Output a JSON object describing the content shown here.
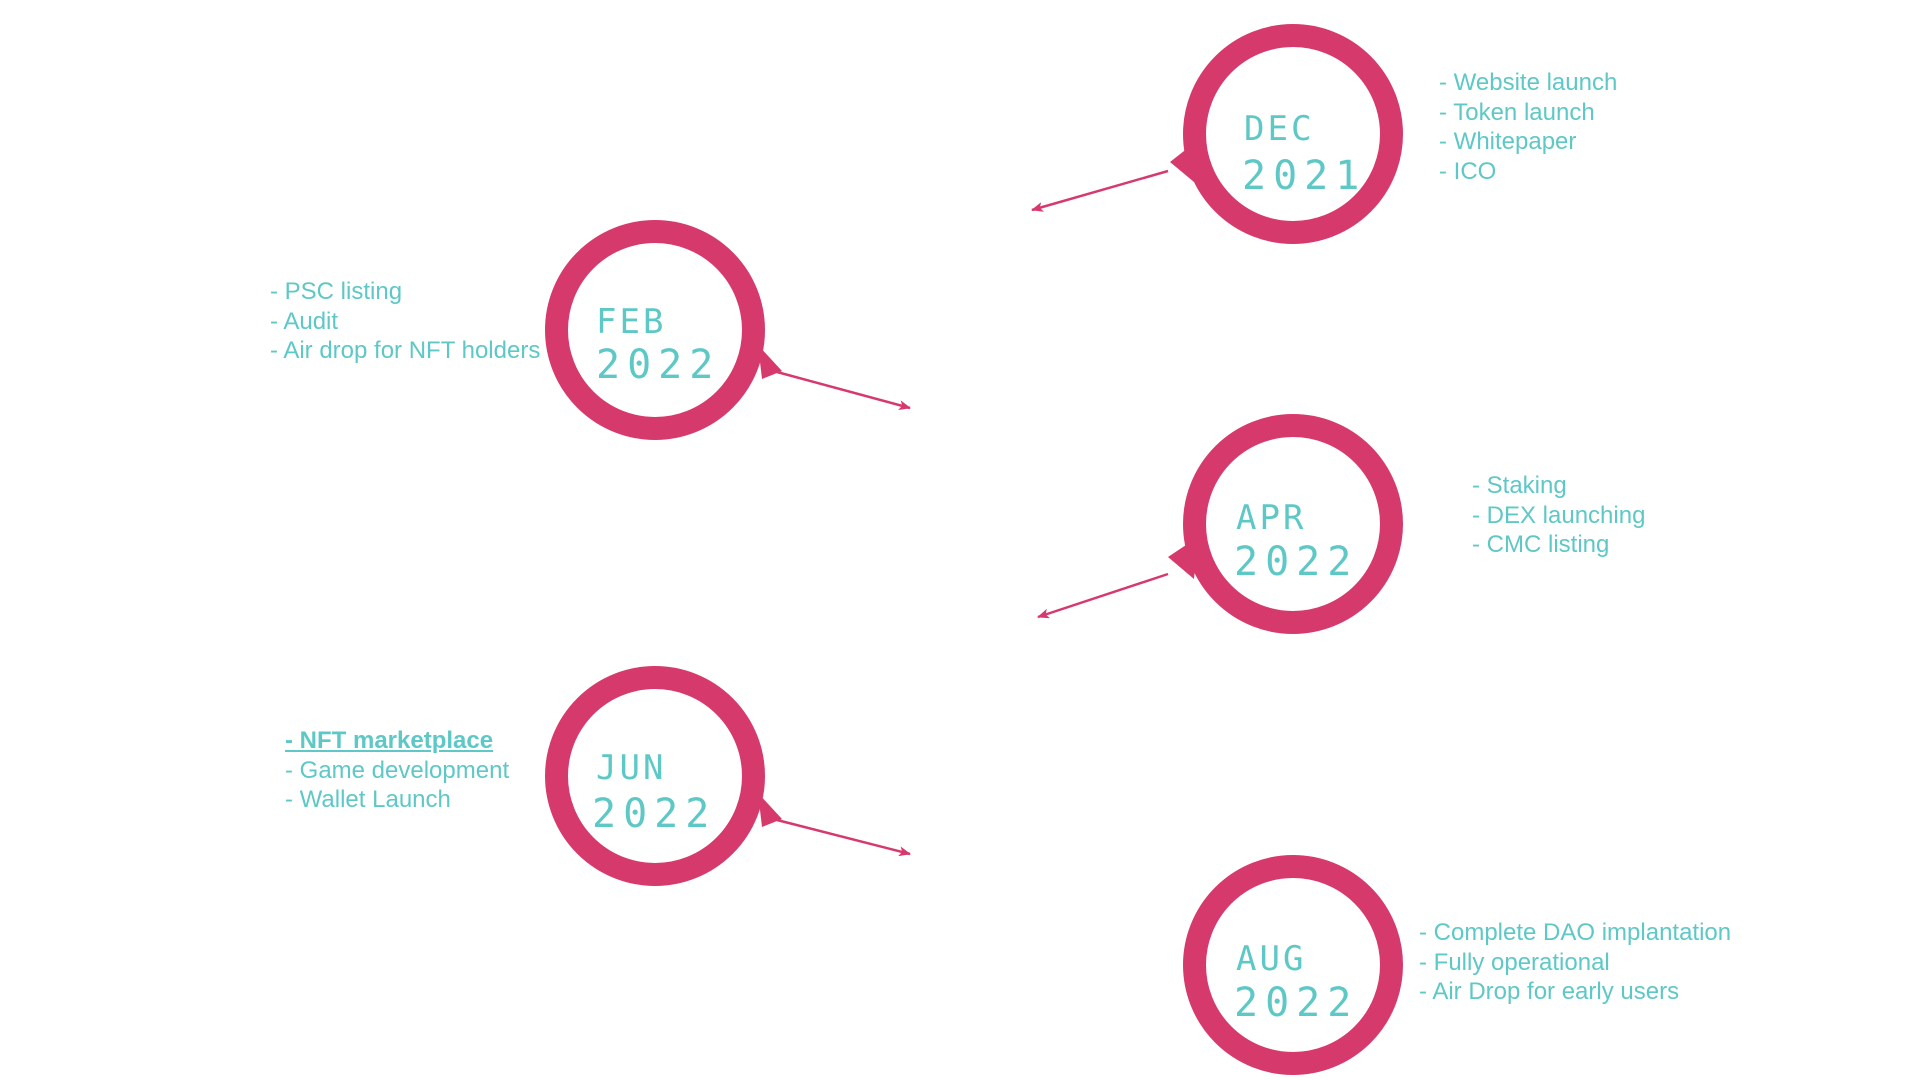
{
  "milestones": [
    {
      "month": "DEC",
      "year": "2021",
      "items": [
        "- Website launch",
        "- Token launch",
        "- Whitepaper",
        "- ICO"
      ]
    },
    {
      "month": "FEB",
      "year": "2022",
      "items": [
        "- PSC listing",
        "- Audit",
        "- Air drop for NFT holders"
      ]
    },
    {
      "month": "APR",
      "year": "2022",
      "items": [
        "- Staking",
        "- DEX launching",
        "- CMC listing"
      ]
    },
    {
      "month": "JUN",
      "year": "2022",
      "items": [
        "- NFT marketplace",
        "- Game development",
        "- Wallet Launch"
      ],
      "highlight_item": 0
    },
    {
      "month": "AUG",
      "year": "2022",
      "items": [
        "- Complete DAO implantation",
        "- Fully operational",
        "- Air Drop for early users"
      ]
    }
  ],
  "colors": {
    "ring": "#d63a6c",
    "text": "#5ec8c6",
    "arrow": "#d63a6c"
  }
}
